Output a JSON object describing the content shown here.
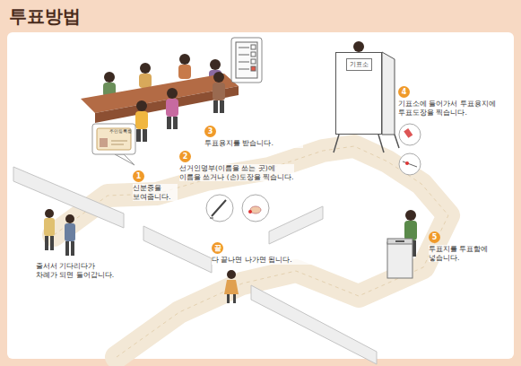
{
  "diagram": {
    "title": "투표방법",
    "nodes": [
      {
        "text": [
          "1",
          "신분증을 보여줍니다."
        ]
      },
      {
        "text": [
          "2",
          "선거인명부(이름을 쓰는 곳)에 이름을 쓰거나 (손)도장을 찍습니다."
        ]
      },
      {
        "text": [
          "3",
          "투표용지를 받습니다."
        ]
      },
      {
        "text": [
          "기표소"
        ]
      },
      {
        "text": [
          "4",
          "기표소에 들어가서 투표용지에 투표도장을 찍습니다."
        ]
      },
      {
        "text": [
          "5",
          "투표지를 투표함에 넣습니다."
        ]
      },
      {
        "text": [
          "끝",
          "다 끝나면 나가면 됩니다."
        ]
      }
    ],
    "labels": [
      "주민등록증",
      "줄서서 기다리다가 차례가 되면 들어갑니다."
    ]
  }
}
